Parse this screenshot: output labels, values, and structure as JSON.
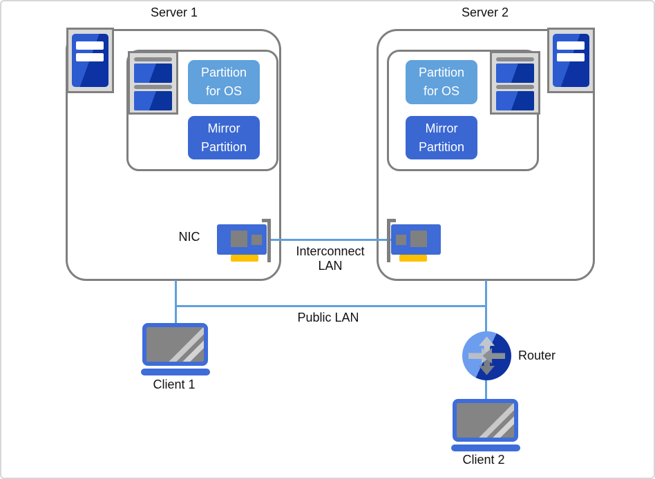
{
  "diagram": {
    "server1": {
      "title": "Server 1",
      "partition_os": {
        "line1": "Partition",
        "line2": "for OS"
      },
      "mirror_partition": {
        "line1": "Mirror",
        "line2": "Partition"
      }
    },
    "server2": {
      "title": "Server 2",
      "partition_os": {
        "line1": "Partition",
        "line2": "for OS"
      },
      "mirror_partition": {
        "line1": "Mirror",
        "line2": "Partition"
      }
    },
    "labels": {
      "nic": "NIC",
      "interconnect": {
        "line1": "Interconnect",
        "line2": "LAN"
      },
      "public_lan": "Public LAN",
      "router": "Router",
      "client1": "Client 1",
      "client2": "Client 2"
    },
    "colors": {
      "lan_line": "#5FA0DF",
      "partition_os_fill": "#61A1DC",
      "mirror_partition_fill": "#3A67D2",
      "device_blue": "#3E6BD5",
      "tower_blue_light": "#2C5ACF",
      "tower_blue_dark": "#0C32A4",
      "router_light_blue": "#6D9DEE",
      "router_dark_blue": "#0E32A0",
      "nic_connector_yellow": "#FFC000",
      "border_gray": "#7F7F7F",
      "plate_gray": "#D9D9D9",
      "screen_gray": "#848484"
    }
  }
}
